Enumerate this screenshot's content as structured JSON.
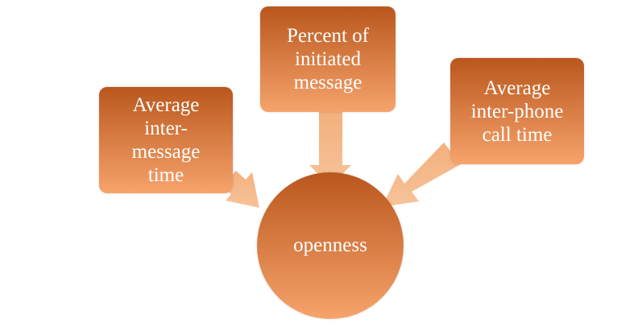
{
  "colors": {
    "node_dark": "#b9571d",
    "node_light": "#f6a36c",
    "arrow_dark": "#f3b07d",
    "arrow_light": "#f7c39a"
  },
  "center": {
    "label": "openness"
  },
  "inputs": [
    {
      "label": "Average\ninter-\nmessage\ntime"
    },
    {
      "label": "Percent of\ninitiated\nmessage"
    },
    {
      "label": "Average\ninter-phone\ncall time"
    }
  ]
}
